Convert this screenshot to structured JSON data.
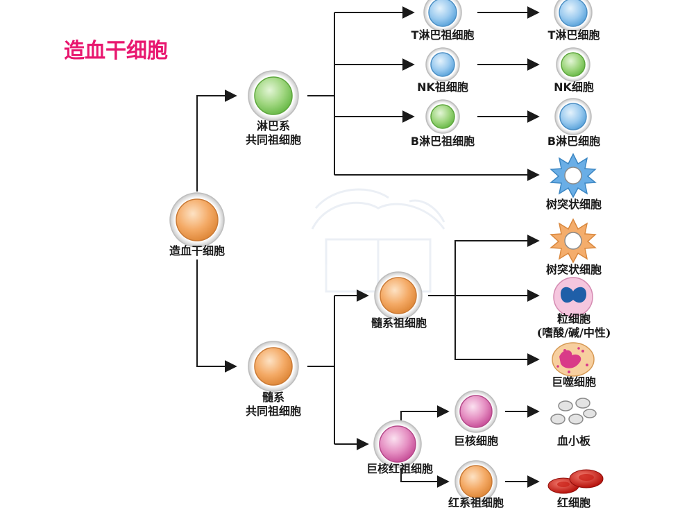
{
  "title": "造血干细胞",
  "colors": {
    "accent_title": "#e8176f",
    "line": "#1a1a1a",
    "orange_cell": "#f1a35c",
    "green_cell": "#8dcf6b",
    "blue_cell": "#8cc3ec",
    "pink_cell": "#e07bb6",
    "red_cell": "#d8251c"
  },
  "nodes": {
    "hsc": "造血干细胞",
    "lymphoid_line1": "淋巴系",
    "lymphoid_line2": "共同祖细胞",
    "myeloid_line1": "髓系",
    "myeloid_line2": "共同祖细胞",
    "t_progenitor": "T淋巴祖细胞",
    "t_cell": "T淋巴细胞",
    "nk_progenitor": "NK祖细胞",
    "nk_cell": "NK细胞",
    "b_progenitor": "B淋巴祖细胞",
    "b_cell": "B淋巴细胞",
    "dendritic_lymphoid": "树突状细胞",
    "dendritic_myeloid": "树突状细胞",
    "granulo_monocyte_progenitor": "髓系祖细胞",
    "granulocyte_line1": "粒细胞",
    "granulocyte_line2": "(嗜酸/碱/中性)",
    "macrophage": "巨噬细胞",
    "mk_erythroid_progenitor": "巨核红祖细胞",
    "megakaryocyte": "巨核细胞",
    "platelet": "血小板",
    "erythroid_progenitor": "红系祖细胞",
    "erythrocyte": "红细胞"
  },
  "icons": [
    "stem-cell-icon",
    "lymphoid-progenitor-icon",
    "myeloid-progenitor-icon",
    "t-progenitor-icon",
    "t-cell-icon",
    "nk-progenitor-icon",
    "nk-cell-icon",
    "b-progenitor-icon",
    "b-cell-icon",
    "dendritic-cell-icon",
    "myeloid-cell-icon",
    "granulocyte-icon",
    "macrophage-icon",
    "mk-erythroid-icon",
    "megakaryocyte-icon",
    "platelet-icon",
    "erythroid-progenitor-icon",
    "red-blood-cell-icon",
    "watermark-logo-icon"
  ]
}
